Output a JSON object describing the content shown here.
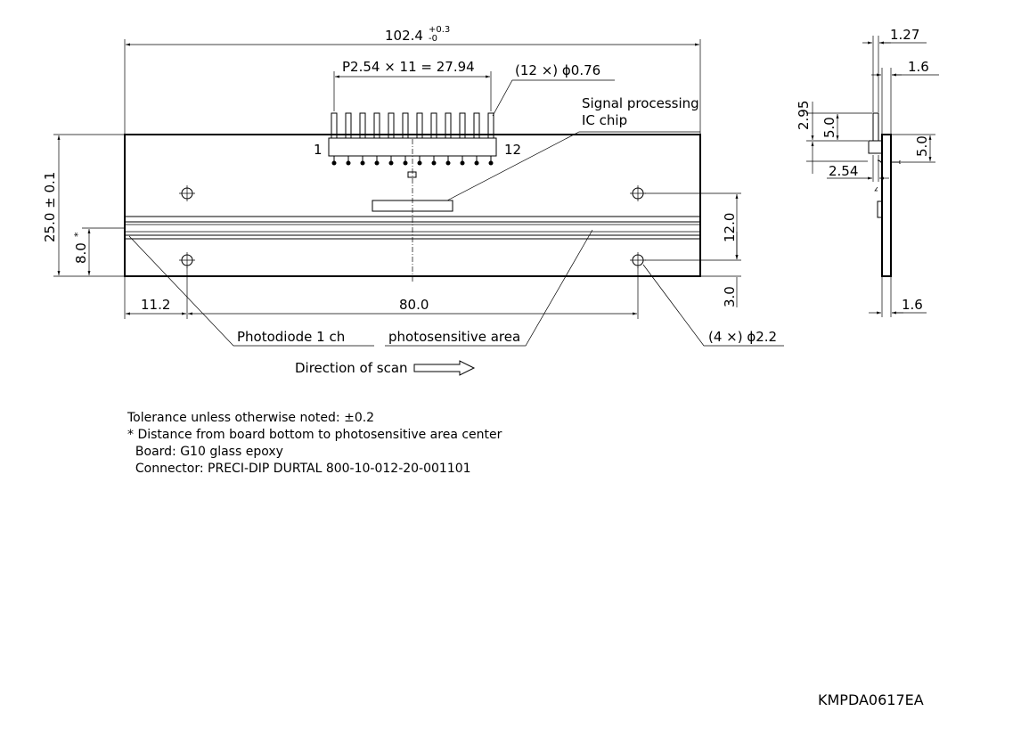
{
  "dimensions": {
    "overall_length": "102.4",
    "overall_tol_plus": "+0.3",
    "overall_tol_minus": "-0",
    "pin_pitch": "P2.54 × 11 = 27.94",
    "pin_dia": "(12 ×) ϕ0.76",
    "board_height": "25.0 ± 0.1",
    "photo_center": "8.0",
    "photo_center_star": "*",
    "left_hole_offset": "11.2",
    "hole_spacing": "80.0",
    "hole_vspacing": "12.0",
    "hole_bottom": "3.0",
    "side_pin_thk": "1.27",
    "side_board_thk_top": "1.6",
    "side_board_thk_bottom": "1.6",
    "side_295": "2.95",
    "side_50_left": "5.0",
    "side_50_right": "5.0",
    "side_254": "2.54"
  },
  "labels": {
    "pin_first": "1",
    "pin_last": "12",
    "signal_ic_line1": "Signal processing",
    "signal_ic_line2": "IC chip",
    "photodiode": "Photodiode 1 ch",
    "photosensitive": "photosensitive area",
    "mount_holes": "(4 ×) ϕ2.2",
    "scan_direction": "Direction of scan"
  },
  "notes": [
    "Tolerance unless otherwise noted: ±0.2",
    "* Distance from board bottom to photosensitive area center",
    "  Board: G10 glass epoxy",
    "  Connector: PRECI-DIP DURTAL 800-10-012-20-001101"
  ],
  "drawing_code": "KMPDA0617EA"
}
